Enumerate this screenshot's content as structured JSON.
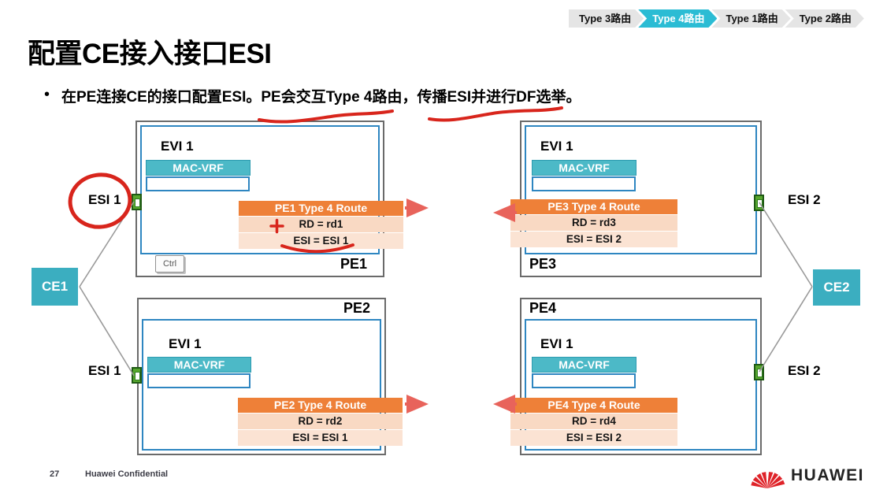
{
  "breadcrumb": {
    "tabs": [
      {
        "label": "Type 3路由",
        "active": false
      },
      {
        "label": "Type 4路由",
        "active": true
      },
      {
        "label": "Type 1路由",
        "active": false
      },
      {
        "label": "Type 2路由",
        "active": false
      }
    ]
  },
  "title": "配置CE接入接口ESI",
  "bullet": "在PE连接CE的接口配置ESI。PE会交互Type 4路由，传播ESI并进行DF选举。",
  "diagram": {
    "ce1": "CE1",
    "ce2": "CE2",
    "esi_top_left": "ESI 1",
    "esi_bottom_left": "ESI 1",
    "esi_top_right": "ESI 2",
    "esi_bottom_right": "ESI 2",
    "tooltip": "Ctrl",
    "pes": [
      {
        "name": "PE1",
        "evi": "EVI 1",
        "mac_vrf": "MAC-VRF",
        "route_title": "PE1 Type 4 Route",
        "route_rd": "RD = rd1",
        "route_esi": "ESI = ESI 1"
      },
      {
        "name": "PE3",
        "evi": "EVI 1",
        "mac_vrf": "MAC-VRF",
        "route_title": "PE3 Type 4 Route",
        "route_rd": "RD = rd3",
        "route_esi": "ESI = ESI 2"
      },
      {
        "name": "PE2",
        "evi": "EVI 1",
        "mac_vrf": "MAC-VRF",
        "route_title": "PE2 Type 4 Route",
        "route_rd": "RD = rd2",
        "route_esi": "ESI = ESI 1"
      },
      {
        "name": "PE4",
        "evi": "EVI 1",
        "mac_vrf": "MAC-VRF",
        "route_title": "PE4 Type 4 Route",
        "route_rd": "RD = rd4",
        "route_esi": "ESI = ESI 2"
      }
    ]
  },
  "footer": {
    "page_number": "27",
    "confidential": "Huawei Confidential",
    "brand": "HUAWEI"
  },
  "colors": {
    "accent_teal": "#3BAEC0",
    "breadcrumb_active": "#2BBCD4",
    "route_orange": "#EE8038",
    "route_peach": "#F9D9C3",
    "inner_border_blue": "#2E86C1",
    "annotation_red": "#D8251C",
    "arrow_salmon": "#E8635B",
    "port_green": "#57A72E",
    "brand_red": "#DF2329"
  }
}
